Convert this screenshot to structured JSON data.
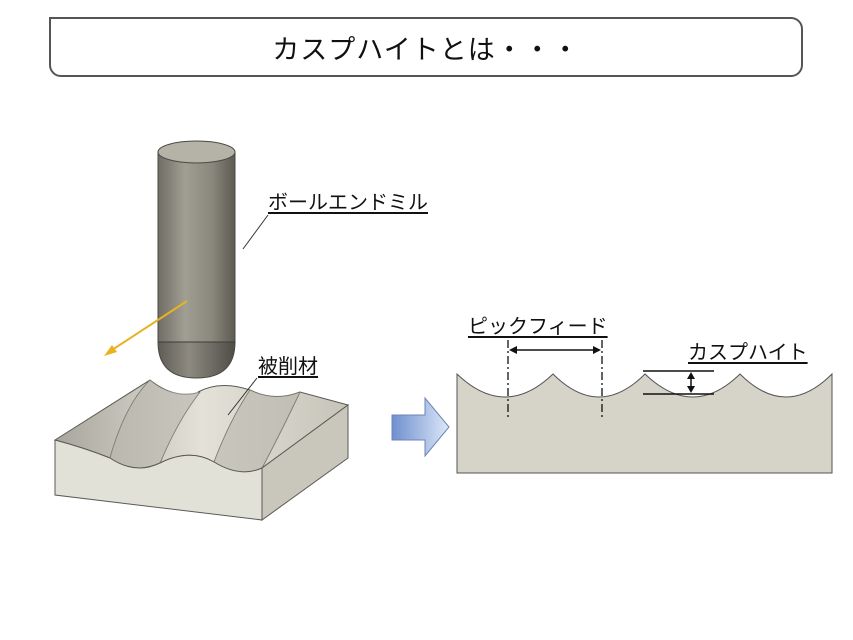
{
  "title": "カスプハイトとは・・・",
  "labels": {
    "ball_end_mill": "ボールエンドミル",
    "workpiece": "被削材",
    "pick_feed": "ピックフィード",
    "cusp_height": "カスプハイト"
  },
  "colors": {
    "tool_body": "#8e8b80",
    "tool_dark": "#5f5d55",
    "tool_top": "#b3b0a5",
    "workpiece_face": "#d8d6cc",
    "workpiece_side": "#c2c0b5",
    "cross_section": "#d4d1c6",
    "feed_arrow": "#e8b221",
    "transition_arrow": "#8fa8d8"
  },
  "icons": {
    "feed_direction": "arrow-down-left-icon",
    "transition": "arrow-right-icon",
    "cusp_dimension": "double-arrow-vertical-icon"
  }
}
